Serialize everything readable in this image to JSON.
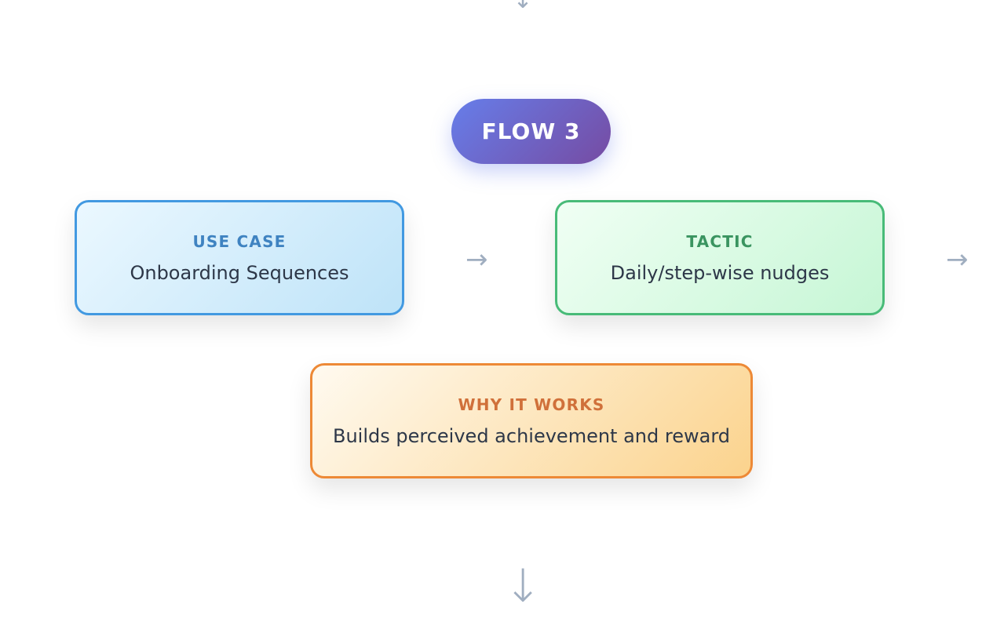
{
  "connectors": {
    "top_arrow": "↓",
    "bottom_arrow": "↓",
    "right_arrow_1": "→",
    "right_arrow_2": "→"
  },
  "flow": {
    "title": "FLOW 3"
  },
  "cards": {
    "use_case": {
      "label": "USE CASE",
      "value": "Onboarding Sequences"
    },
    "tactic": {
      "label": "TACTIC",
      "value": "Daily/step-wise nudges"
    },
    "why_it_works": {
      "label": "WHY IT WORKS",
      "value": "Builds perceived achievement and reward"
    }
  },
  "colors": {
    "flow_gradient": [
      "#667eea",
      "#764ba2"
    ],
    "use_case_border": "#4299e1",
    "tactic_border": "#48bb78",
    "why_border": "#ed8936",
    "connector": "#a0aec0"
  }
}
